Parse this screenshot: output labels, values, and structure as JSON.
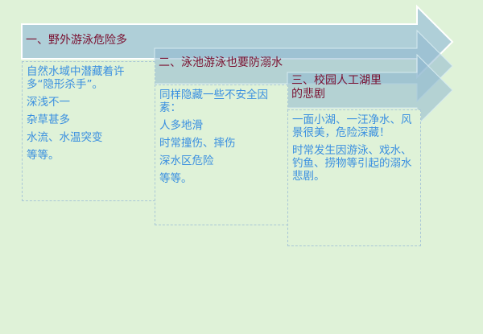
{
  "colors": {
    "background": "#dff2d8",
    "arrow_fill": "#a7c9d8",
    "title_text": "#7a1030",
    "body_text": "#3a8fe0",
    "box_border": "#a9c7d6"
  },
  "sections": [
    {
      "title": "一、野外游泳危险多",
      "lines": [
        "自然水域中潜藏着许多“隐形杀手”。",
        "深浅不一",
        "杂草甚多",
        "水流、水温突变",
        "等等。"
      ]
    },
    {
      "title": "二、泳池游泳也要防溺水",
      "lines": [
        "同样隐藏一些不安全因素：",
        "人多地滑",
        "时常撞伤、摔伤",
        "深水区危险",
        "等等。"
      ]
    },
    {
      "title": "三、校园人工湖里的悲剧",
      "lines": [
        "一面小湖、一汪净水、风景很美，危险深藏！",
        "时常发生因游泳、戏水、钓鱼、捞物等引起的溺水悲剧。"
      ]
    }
  ]
}
